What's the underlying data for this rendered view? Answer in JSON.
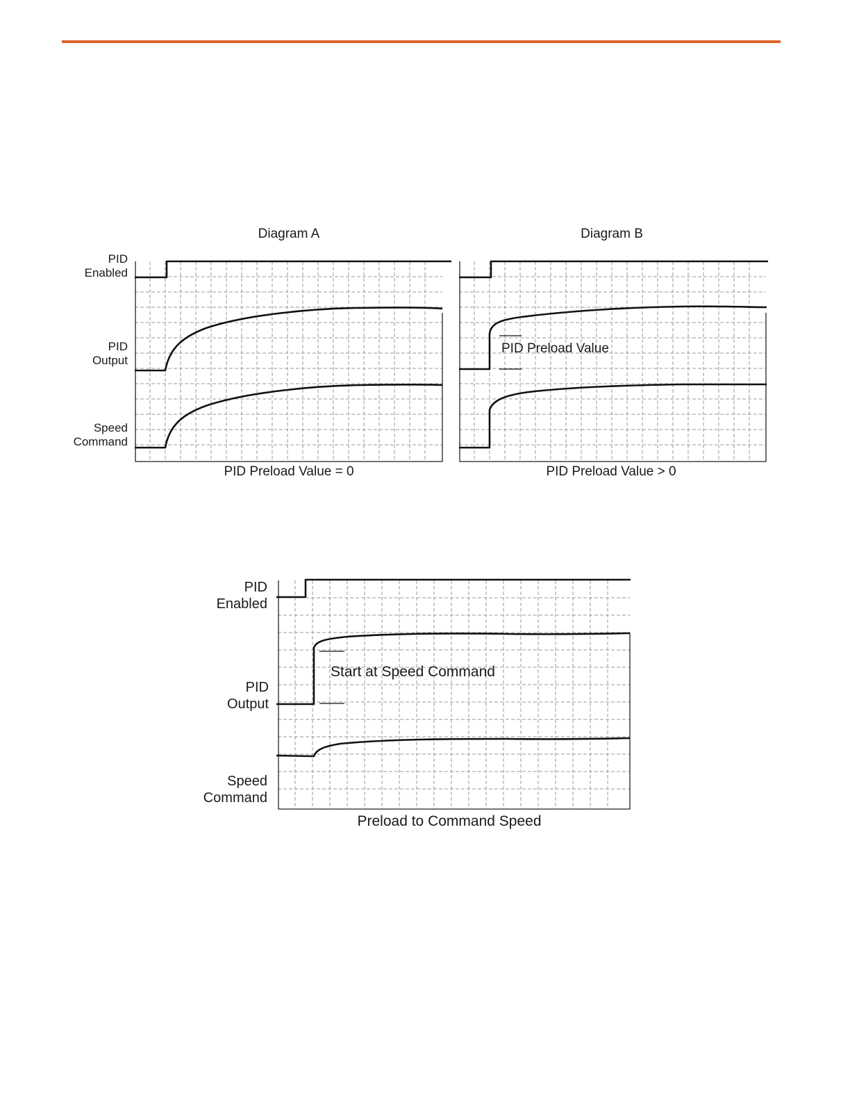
{
  "page": {
    "rule_color": "#e2622e"
  },
  "diagram_a": {
    "title": "Diagram A",
    "caption": "PID Preload Value = 0",
    "labels": {
      "enabled": [
        "PID",
        "Enabled"
      ],
      "output": [
        "PID",
        "Output"
      ],
      "speed": [
        "Speed",
        "Command"
      ]
    }
  },
  "diagram_b": {
    "title": "Diagram B",
    "caption": "PID Preload Value > 0",
    "annotation": "PID Preload Value"
  },
  "diagram_c": {
    "caption": "Preload to Command Speed",
    "annotation": "Start at Speed Command",
    "labels": {
      "enabled": [
        "PID",
        "Enabled"
      ],
      "output": [
        "PID",
        "Output"
      ],
      "speed": [
        "Speed",
        "Command"
      ]
    }
  }
}
